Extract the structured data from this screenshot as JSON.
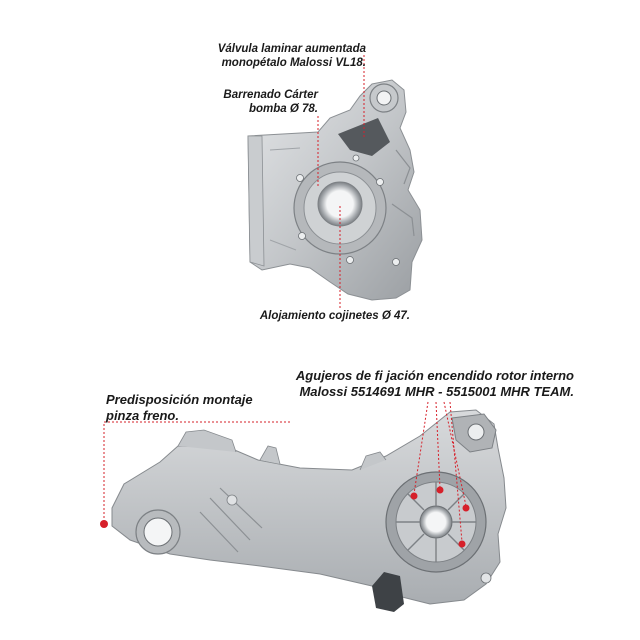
{
  "callouts": {
    "valve": {
      "line1": "Válvula laminar aumentada",
      "line2": "monopétalo Malossi VL18."
    },
    "pump": {
      "line1": "Barrenado Cárter",
      "line2": "bomba Ø 78."
    },
    "bearing": {
      "line1": "Alojamiento cojinetes Ø 47."
    },
    "brake": {
      "line1": "Predisposición montaje",
      "line2": "pinza freno."
    },
    "ignition": {
      "line1": "Agujeros de fi jación encendido rotor interno",
      "line2": "Malossi 5514691 MHR - 5515001 MHR TEAM."
    }
  },
  "colors": {
    "leader_line": "#d6202a",
    "casting_light": "#d4d6d8",
    "casting_mid": "#b3b6b9",
    "casting_dark": "#7d8185",
    "text": "#1a1a1a"
  }
}
